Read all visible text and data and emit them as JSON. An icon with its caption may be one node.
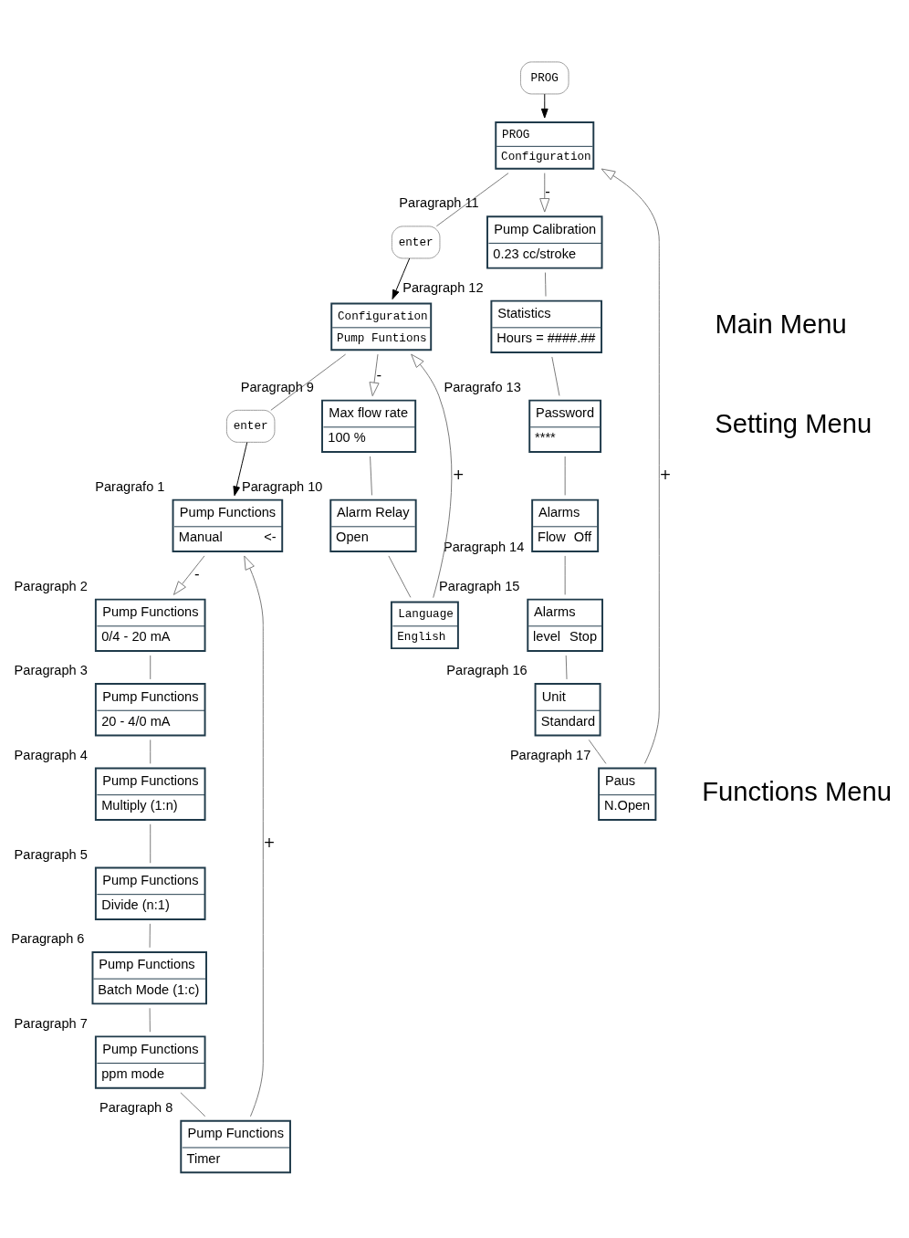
{
  "diagram": {
    "nodes": [
      {
        "text": [
          "PROG"
        ]
      },
      {
        "text": [
          "PROG",
          "Configuration"
        ]
      },
      {
        "text": [
          "enter"
        ]
      },
      {
        "text": [
          "Pump Calibration",
          "0.23 cc/stroke"
        ],
        "beside": [
          "Paragraph 11"
        ]
      },
      {
        "text": [
          "Statistics",
          "Hours = ####.##"
        ],
        "beside": [
          "Paragraph 12"
        ]
      },
      {
        "text": [
          "Password",
          "****"
        ],
        "beside": [
          "Paragrafo 13"
        ]
      },
      {
        "text": [
          "Paus",
          "N.Open"
        ],
        "beside": [
          "Paragraph 17"
        ]
      },
      {
        "text": [
          "Unit",
          "Standard"
        ],
        "beside": [
          "Paragraph 16"
        ]
      },
      {
        "text": [
          "Alarms",
          "level",
          "Stop"
        ],
        "beside": [
          "Paragraph 15"
        ]
      },
      {
        "text": [
          "Alarms",
          "Flow",
          "Off"
        ],
        "beside": [
          "Paragraph 14"
        ]
      },
      {
        "text": [
          "Configuration",
          "Pump Funtions"
        ]
      },
      {
        "text": [
          "enter"
        ]
      },
      {
        "text": [
          "Max flow rate",
          "100 %"
        ],
        "beside": [
          "Paragraph 9"
        ]
      },
      {
        "text": [
          "Language",
          "English"
        ]
      },
      {
        "text": [
          "Alarm Relay",
          "Open"
        ],
        "beside": [
          "Paragraph 10"
        ]
      },
      {
        "text": [
          "Pump Functions",
          "Manual",
          "<-"
        ],
        "beside": [
          "Paragrafo 1"
        ]
      },
      {
        "text": [
          "Pump Functions",
          "0/4 - 20 mA"
        ],
        "beside": [
          "Paragraph 2"
        ]
      },
      {
        "text": [
          "Pump Functions",
          "20 - 4/0 mA"
        ],
        "beside": [
          "Paragraph 3"
        ]
      },
      {
        "text": [
          "Pump Functions",
          "Multiply (1:n)"
        ],
        "beside": [
          "Paragraph 4"
        ]
      },
      {
        "text": [
          "Pump Functions",
          "Divide (n:1)"
        ],
        "beside": [
          "Paragraph 5"
        ]
      },
      {
        "text": [
          "Pump Functions",
          "Batch Mode (1:c)"
        ],
        "beside": [
          "Paragraph 6"
        ]
      },
      {
        "text": [
          "Pump Functions",
          "ppm mode"
        ],
        "beside": [
          "Paragraph 7"
        ]
      },
      {
        "text": [
          "Pump Functions",
          "Timer"
        ],
        "beside": [
          "Paragraph 8"
        ]
      }
    ],
    "edges": [
      {
        "from": 0,
        "to": 1,
        "arrow": "to",
        "color": "#000000"
      },
      {
        "from": 1,
        "to": 3,
        "arrow": "to",
        "label": "-"
      },
      {
        "from": 3,
        "to": 4,
        "arrow": "none"
      },
      {
        "from": 4,
        "to": 5,
        "arrow": "none"
      },
      {
        "from": 5,
        "to": 9,
        "arrow": "none"
      },
      {
        "from": 9,
        "to": 8,
        "arrow": "none"
      },
      {
        "from": 8,
        "to": 7,
        "arrow": "none"
      },
      {
        "from": 7,
        "to": 6,
        "arrow": "none"
      },
      {
        "from": 6,
        "to": 1,
        "arrow": "to",
        "label": "+"
      },
      {
        "from": 1,
        "to": 2,
        "arrow": "none"
      },
      {
        "from": 2,
        "to": 10,
        "arrow": "to",
        "color": "#000000"
      },
      {
        "from": 10,
        "to": 12,
        "arrow": "to",
        "label": "-"
      },
      {
        "from": 12,
        "to": 14,
        "arrow": "none"
      },
      {
        "from": 14,
        "to": 13,
        "arrow": "none"
      },
      {
        "from": 13,
        "to": 10,
        "arrow": "to",
        "label": "+"
      },
      {
        "from": 10,
        "to": 11,
        "arrow": "none"
      },
      {
        "from": 11,
        "to": 15,
        "arrow": "to",
        "color": "#000000"
      },
      {
        "from": 15,
        "to": 16,
        "arrow": "to",
        "label": "-"
      },
      {
        "from": 16,
        "to": 17,
        "arrow": "none"
      },
      {
        "from": 17,
        "to": 18,
        "arrow": "none"
      },
      {
        "from": 18,
        "to": 19,
        "arrow": "none"
      },
      {
        "from": 19,
        "to": 20,
        "arrow": "none"
      },
      {
        "from": 20,
        "to": 21,
        "arrow": "none"
      },
      {
        "from": 21,
        "to": 22,
        "arrow": "none"
      },
      {
        "from": 22,
        "to": 15,
        "arrow": "to",
        "label": "+"
      }
    ],
    "labels": [
      "Main Menu",
      "Setting Menu",
      "Functions Menu"
    ]
  }
}
